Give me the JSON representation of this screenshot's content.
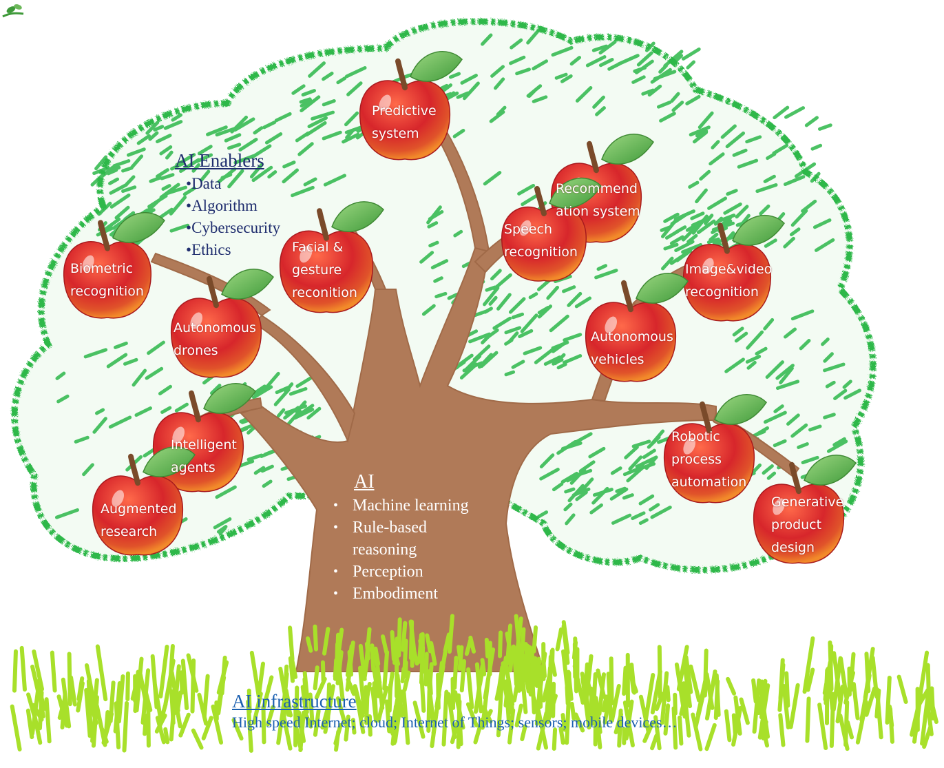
{
  "enablers": {
    "title": "AI Enablers",
    "items": [
      "Data",
      "Algorithm",
      "Cybersecurity",
      "Ethics"
    ]
  },
  "core": {
    "title": "AI",
    "items": [
      "Machine learning",
      "Rule-based reasoning",
      "Perception",
      "Embodiment"
    ]
  },
  "infrastructure": {
    "title": "AI infrastructure",
    "description": "High speed Internet; cloud; Internet of Things; sensors; mobile devices…"
  },
  "apples": [
    {
      "id": "predictive-system",
      "lines": [
        "Predictive",
        "system"
      ]
    },
    {
      "id": "recommendation-system",
      "lines": [
        "Recommend",
        "ation system"
      ]
    },
    {
      "id": "speech-recognition",
      "lines": [
        "Speech",
        "recognition"
      ]
    },
    {
      "id": "facial-gesture-recognition",
      "lines": [
        "Facial &",
        "gesture",
        "reconition"
      ]
    },
    {
      "id": "biometric-recognition",
      "lines": [
        "Biometric",
        "recognition"
      ]
    },
    {
      "id": "autonomous-drones",
      "lines": [
        "Autonomous",
        "drones"
      ]
    },
    {
      "id": "image-video-recognition",
      "lines": [
        "Image&video",
        "recognition"
      ]
    },
    {
      "id": "autonomous-vehicles",
      "lines": [
        "Autonomous",
        "vehicles"
      ]
    },
    {
      "id": "intelligent-agents",
      "lines": [
        "Intelligent",
        "agents"
      ]
    },
    {
      "id": "augmented-research",
      "lines": [
        "Augmented",
        "research"
      ]
    },
    {
      "id": "robotic-process-automation",
      "lines": [
        "Robotic",
        "process",
        "automation"
      ]
    },
    {
      "id": "generative-product-design",
      "lines": [
        "Generative",
        "product",
        "design"
      ]
    }
  ],
  "colors": {
    "canopy": "#2db84a",
    "trunk": "#b07a58",
    "grass": "#a8e02a",
    "apple": "#d7262b",
    "leaf": "#6cb85a",
    "enablers_text": "#1f2d6e",
    "infra_text": "#1a5fb0"
  },
  "icons": {
    "apple": "apple-icon",
    "leaf_mark": "leaf-sprout-icon"
  }
}
